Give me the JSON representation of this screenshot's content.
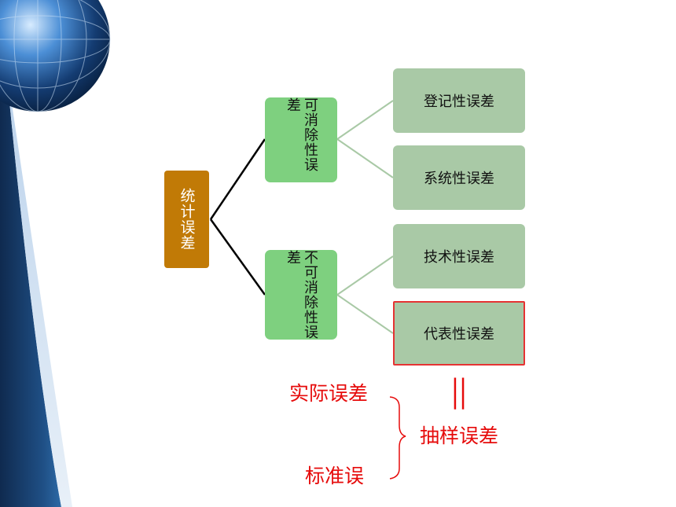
{
  "diagram": {
    "root": {
      "label": "统计误差"
    },
    "branches": [
      {
        "label": "可消除性误差",
        "children": [
          {
            "label": "登记性误差",
            "highlighted": false
          },
          {
            "label": "系统性误差",
            "highlighted": false
          }
        ]
      },
      {
        "label": "不可消除性误差",
        "children": [
          {
            "label": "技术性误差",
            "highlighted": false
          },
          {
            "label": "代表性误差",
            "highlighted": true
          }
        ]
      }
    ]
  },
  "annotation": {
    "equals_symbol": "||",
    "actual_error": "实际误差",
    "standard_error": "标准误",
    "sampling_error": "抽样误差"
  },
  "colors": {
    "root_fill": "#c17a06",
    "branch_fill": "#7ed07f",
    "leaf_fill": "#a9c9a6",
    "highlight_border": "#e53333",
    "annotation_text": "#e60b0b",
    "slide_band": "#1d3f6e"
  }
}
